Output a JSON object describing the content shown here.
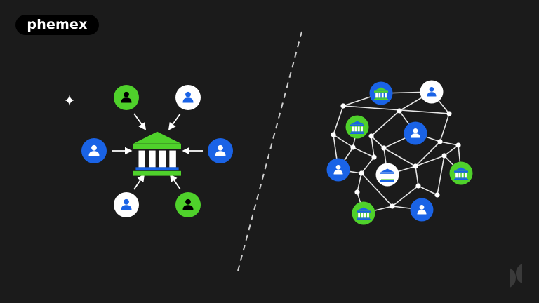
{
  "brand": {
    "logo_text": "phemex"
  },
  "colors": {
    "background": "#1b1b1b",
    "blue": "#1a63e6",
    "green": "#4fd12b",
    "white": "#ffffff",
    "line": "#e6e6e6",
    "watermark": "#555555"
  },
  "centralized": {
    "hub": {
      "icon": "bank-icon",
      "color": "green"
    },
    "nodes": [
      {
        "icon": "user-icon",
        "fill": "green",
        "glyph": "black"
      },
      {
        "icon": "user-icon",
        "fill": "white",
        "glyph": "blue"
      },
      {
        "icon": "user-icon",
        "fill": "blue",
        "glyph": "white"
      },
      {
        "icon": "user-icon",
        "fill": "blue",
        "glyph": "white"
      },
      {
        "icon": "user-icon",
        "fill": "white",
        "glyph": "blue"
      },
      {
        "icon": "user-icon",
        "fill": "green",
        "glyph": "black"
      }
    ]
  },
  "decentralized": {
    "nodes": [
      {
        "icon": "bank-icon",
        "fill": "blue"
      },
      {
        "icon": "user-icon",
        "fill": "white"
      },
      {
        "icon": "bank-icon",
        "fill": "green"
      },
      {
        "icon": "user-icon",
        "fill": "blue"
      },
      {
        "icon": "user-icon",
        "fill": "blue"
      },
      {
        "icon": "bank-icon",
        "fill": "white"
      },
      {
        "icon": "bank-icon",
        "fill": "green"
      },
      {
        "icon": "bank-icon",
        "fill": "green"
      },
      {
        "icon": "user-icon",
        "fill": "blue"
      }
    ]
  }
}
